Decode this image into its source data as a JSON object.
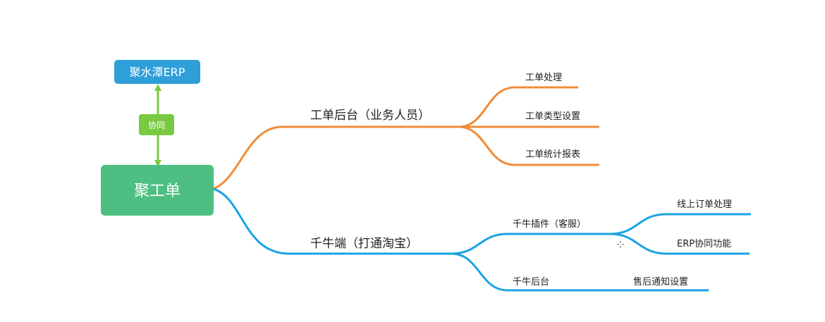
{
  "colors": {
    "root_fill": "#4dbf82",
    "erp_fill": "#2e9fd9",
    "collab_fill": "#7ac943",
    "arrow": "#7ac943",
    "orange_branch": "#f08c3a",
    "blue_branch": "#1aa3e3"
  },
  "root": {
    "label": "聚工单"
  },
  "erp": {
    "label": "聚水潭ERP"
  },
  "collab": {
    "label": "协同"
  },
  "branches": {
    "backend": {
      "label": "工单后台（业务人员）",
      "children": [
        "工单处理",
        "工单类型设置",
        "工单统计报表"
      ]
    },
    "qianniu": {
      "label": "千牛端（打通淘宝）",
      "plugin": {
        "label": "千牛插件（客服）",
        "children": [
          "线上订单处理",
          "ERP协同功能"
        ]
      },
      "backend": {
        "label": "千牛后台",
        "children": [
          "售后通知设置"
        ]
      }
    }
  }
}
